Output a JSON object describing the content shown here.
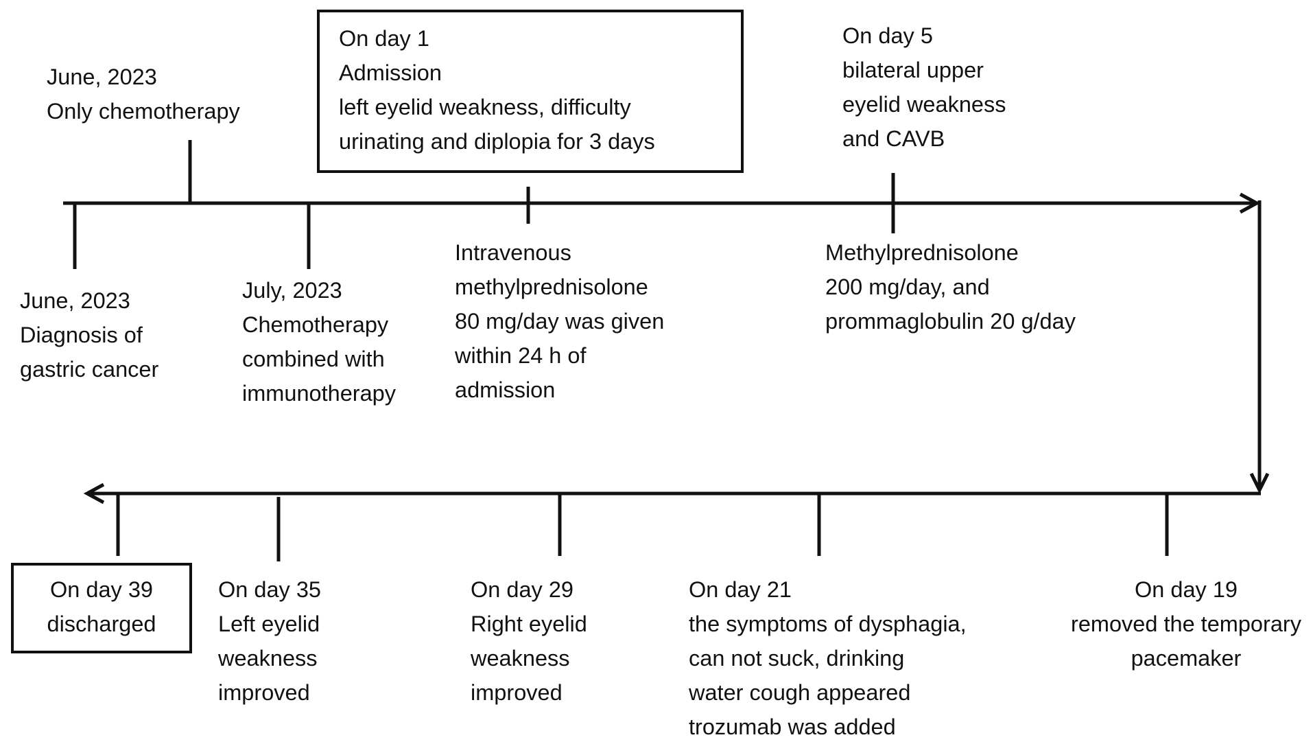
{
  "timeline": {
    "events": [
      {
        "id": "only-chemotherapy",
        "lines": [
          "June, 2023",
          "Only chemotherapy"
        ]
      },
      {
        "id": "diagnosis",
        "lines": [
          "June, 2023",
          "Diagnosis of",
          "gastric cancer"
        ]
      },
      {
        "id": "chemo-immunotherapy",
        "lines": [
          "July, 2023",
          "Chemotherapy",
          "combined with",
          "immunotherapy"
        ]
      },
      {
        "id": "day1-admission",
        "lines": [
          "On day 1",
          "Admission",
          "left eyelid weakness, difficulty",
          "urinating and diplopia for 3 days"
        ]
      },
      {
        "id": "iv-methylprednisolone",
        "lines": [
          "Intravenous",
          "methylprednisolone",
          "80 mg/day was given",
          "within 24 h of",
          "admission"
        ]
      },
      {
        "id": "day5",
        "lines": [
          "On day 5",
          "bilateral upper",
          "eyelid weakness",
          "and CAVB"
        ]
      },
      {
        "id": "methylprednisolone-immunoglobulin",
        "lines": [
          "Methylprednisolone",
          "200 mg/day, and",
          "prommaglobulin 20 g/day"
        ]
      },
      {
        "id": "day19",
        "lines": [
          "On day 19",
          "removed the temporary",
          "pacemaker"
        ]
      },
      {
        "id": "day21",
        "lines": [
          "On day 21",
          "the symptoms of dysphagia,",
          "can not suck, drinking",
          "water cough appeared",
          "trozumab was added"
        ]
      },
      {
        "id": "day29",
        "lines": [
          "On day 29",
          "Right eyelid",
          "weakness",
          "improved"
        ]
      },
      {
        "id": "day35",
        "lines": [
          "On day 35",
          "Left eyelid",
          "weakness",
          "improved"
        ]
      },
      {
        "id": "day39",
        "lines": [
          "On day 39",
          "discharged"
        ]
      }
    ]
  }
}
